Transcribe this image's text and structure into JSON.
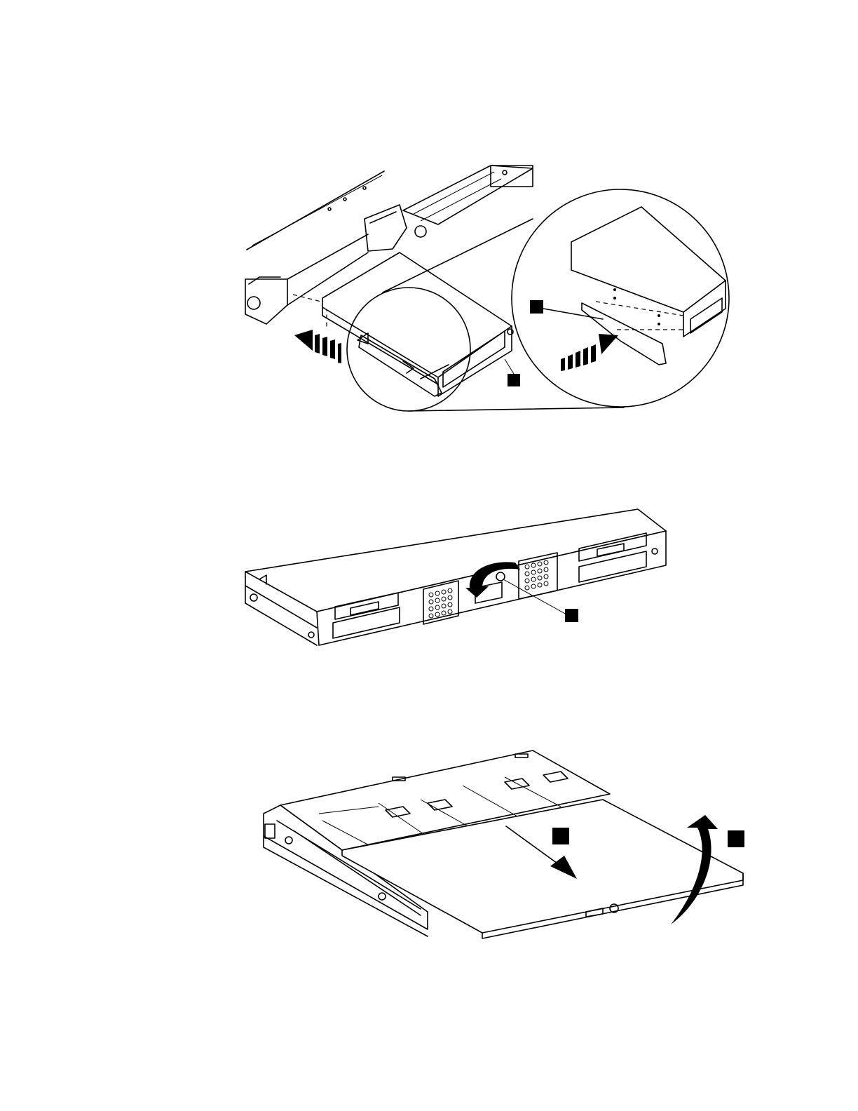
{
  "figures": [
    {
      "id": "tape-drive-install",
      "callouts": 2
    },
    {
      "id": "rear-power-thumbscrew",
      "callouts": 1
    },
    {
      "id": "top-cover-removal",
      "callouts": 2
    }
  ],
  "colors": {
    "ink": "#000000",
    "paper": "#ffffff"
  }
}
